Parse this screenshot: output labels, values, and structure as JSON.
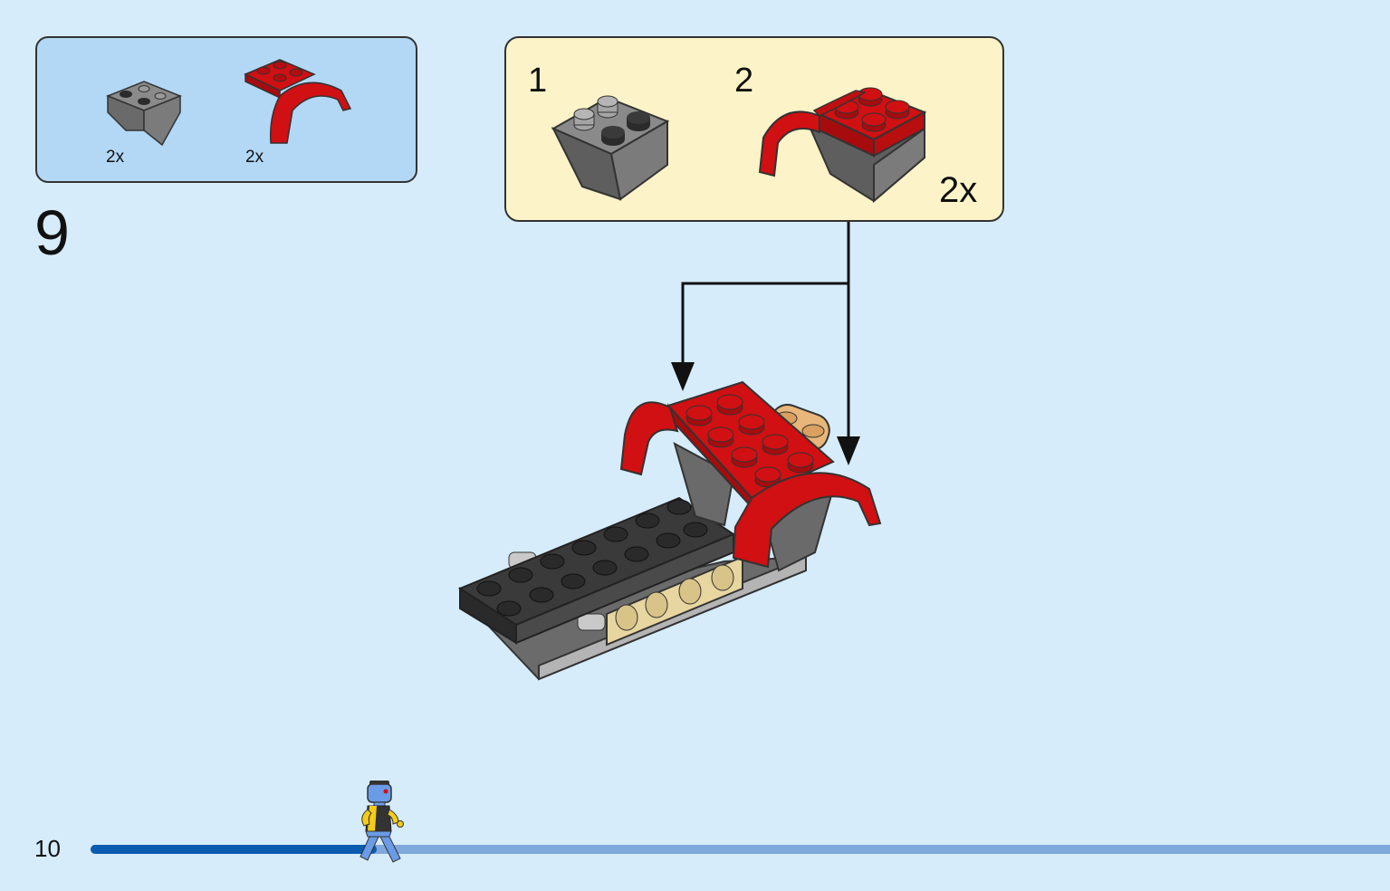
{
  "page": {
    "number": "10",
    "background": "#d6ecfb"
  },
  "parts_list": {
    "background": "#b3d8f6",
    "items": [
      {
        "icon": "gray-inverted-slope-brick-icon",
        "color": "#6f6f6f",
        "quantity": "2x"
      },
      {
        "icon": "red-mudguard-plate-icon",
        "color": "#d01012",
        "quantity": "2x"
      }
    ]
  },
  "step": {
    "number": "9"
  },
  "sub_assembly": {
    "background": "#fdf3c8",
    "steps": [
      {
        "number": "1",
        "icon": "gray-inverted-slope-brick-icon"
      },
      {
        "number": "2",
        "icon": "red-mudguard-on-slope-icon"
      }
    ],
    "quantity": "2x"
  },
  "main_model": {
    "icon": "vehicle-chassis-build-icon"
  },
  "progress": {
    "fraction": 0.22,
    "indicator": "minifigure-runner-icon"
  }
}
